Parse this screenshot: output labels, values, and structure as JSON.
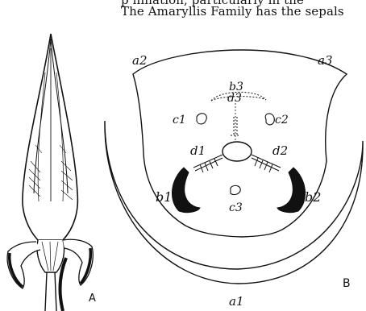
{
  "text": {
    "line1": "p llination, particularly in the",
    "line2": "The Amaryllis Family has the sepals"
  },
  "figure": {
    "panel_a_label": "A",
    "panel_b_label": "B",
    "diagram_labels": {
      "a1": "a1",
      "a2": "a2",
      "a3": "a3",
      "b1": "b1",
      "b2": "b2",
      "b3": "b3",
      "c1": "c1",
      "c2": "c2",
      "c3": "c3",
      "d1": "d1",
      "d2": "d2",
      "d3": "d3"
    }
  }
}
